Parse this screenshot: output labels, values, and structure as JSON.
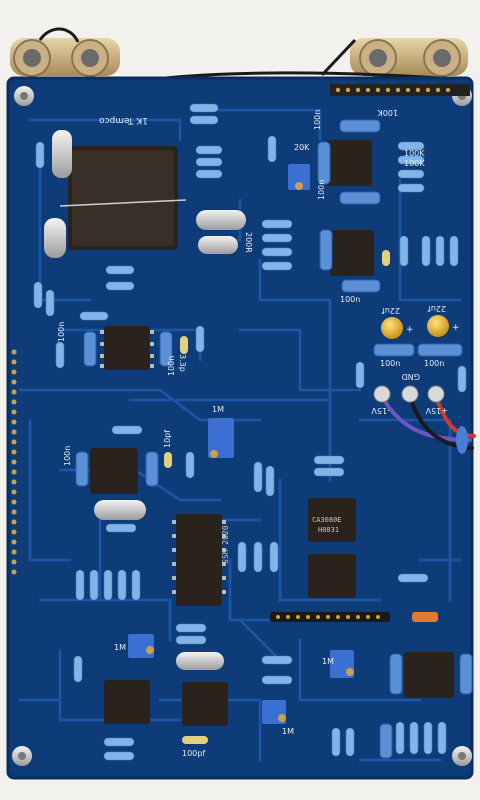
{
  "labels": {
    "tempco": "1K Tempco",
    "r_100k_top": "100K",
    "r_100k_mid1": "100K",
    "r_100k_mid2": "100K",
    "trim_20k": "20K",
    "c_100n_a": "100n",
    "c_100n_b": "100n",
    "c_100n_c": "100n",
    "c_100n_d": "100n",
    "c_100n_e": "100n",
    "c_100n_f": "100n",
    "c_100n_g": "100n",
    "c_100n_h": "100n",
    "c_22uf_a": "22uf",
    "c_22uf_b": "22uf",
    "c_3p3": "3.3p",
    "c_10pf": "10pf",
    "c_100pf": "100pf",
    "r_200r": "200R",
    "trim_1m_a": "1M",
    "trim_1m_b": "1M",
    "trim_1m_c": "1M",
    "trim_1m_d": "1M",
    "pwr_neg": "-15V",
    "pwr_gnd": "GND",
    "pwr_pos": "+15V",
    "chip_ssm": "SSM 2020",
    "chip_ca3080": "CA3080E",
    "chip_ca3080_code": "H0831",
    "c_plus_a": "+",
    "c_plus_b": "+"
  },
  "colors": {
    "board": "#0d3c78",
    "trace": "#1c56a8",
    "silkscreen": "#e8eef6",
    "chip": "#2a221c",
    "tin": "#c9a24a"
  }
}
